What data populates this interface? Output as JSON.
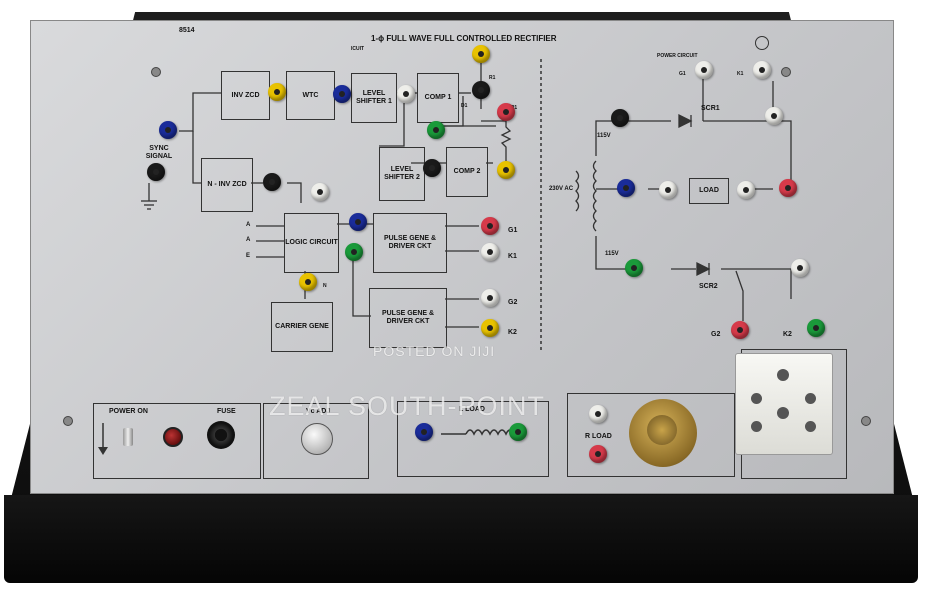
{
  "panel": {
    "model": "8514",
    "title": "1-ϕ FULL WAVE FULL CONTROLLED RECTIFIER",
    "power_circuit": "POWER CIRCUIT",
    "icuit": "ICUIT"
  },
  "blocks": {
    "inv_zcd": "INV ZCD",
    "wtc": "WTC",
    "level_shifter_1": "LEVEL SHIFTER 1",
    "comp_1": "COMP 1",
    "level_shifter_2": "LEVEL SHIFTER 2",
    "comp_2": "COMP 2",
    "n_inv_zcd": "N - INV ZCD",
    "logic_circuit": "LOGIC CIRCUIT",
    "pulse_gene_1": "PULSE GENE & DRIVER CKT",
    "pulse_gene_2": "PULSE GENE & DRIVER CKT",
    "carrier_gene": "CARRIER GENE",
    "load": "LOAD"
  },
  "labels": {
    "sync_signal": "SYNC SIGNAL",
    "g1": "G1",
    "k1": "K1",
    "g2": "G2",
    "k2": "K2",
    "p1": "P1",
    "r1": "R1",
    "d1": "D1",
    "a1": "A",
    "a2": "A",
    "e": "E",
    "n": "N",
    "scr1": "SCR1",
    "scr2": "SCR2",
    "v115_top": "115V",
    "v115_bottom": "115V",
    "v230": "230V AC",
    "g2_right": "G2",
    "k2_right": "K2",
    "g1_right": "G1",
    "k1_right": "K1"
  },
  "lower": {
    "power_on": "POWER ON",
    "fuse": "FUSE",
    "vc_adj": "Vc ADJ",
    "l_load": "L LOAD",
    "r_load": "R LOAD"
  },
  "watermark": {
    "main": "ZEAL SOUTH-POINT",
    "posted": "POSTED ON JIJI"
  },
  "colors": {
    "red": "#d63a4a",
    "green": "#1a9a3a",
    "yellow": "#e8c200",
    "blue": "#1a2c9a",
    "white": "#eeeeea",
    "black": "#1a1a1a"
  }
}
